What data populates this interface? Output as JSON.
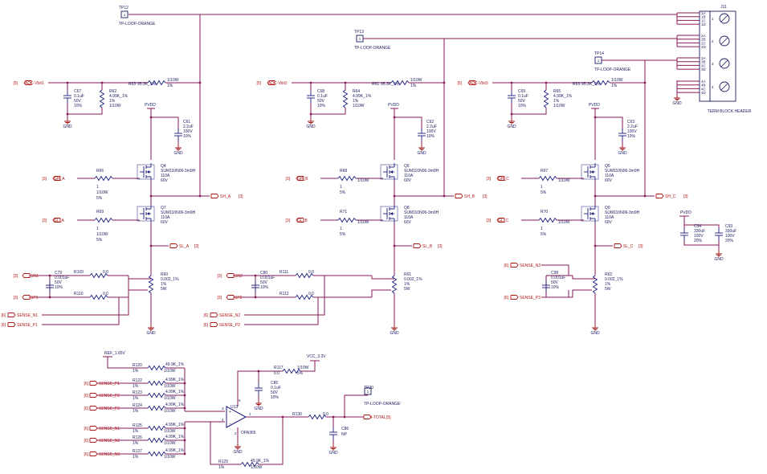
{
  "test_points": [
    {
      "ref": "TP12",
      "name": "TP-LOOP-ORANGE"
    },
    {
      "ref": "TP13",
      "name": "TP-LOOP-ORANGE"
    },
    {
      "ref": "TP14",
      "name": "TP-LOOP-ORANGE"
    },
    {
      "ref": "TP20",
      "name": "TP-LOOP-ORANGE"
    }
  ],
  "connector": {
    "ref": "J11",
    "name": "TERM BLOCK HEADER",
    "pins": [
      [
        "1A",
        "1B",
        "1C",
        "1D"
      ],
      [
        "2A",
        "2B",
        "2C",
        "2D"
      ],
      [
        "3A",
        "3B",
        "3C",
        "3D"
      ],
      [
        "4A",
        "4B",
        "4C",
        "4D"
      ]
    ],
    "numbers": [
      "1",
      "2",
      "3",
      "4"
    ]
  },
  "phases": [
    {
      "adc": "ADC-Vbit1",
      "adc_page": "[5]",
      "cap": {
        "ref": "C67",
        "v1": "0.1uF",
        "v2": "50V",
        "v3": "10%"
      },
      "r_div": {
        "ref": "R62",
        "v1": "4.99K_1%",
        "v2": "1%",
        "v3": "1/10W"
      },
      "r_top": {
        "ref": "R63",
        "v1": "95.3K_1%",
        "v2": "1%",
        "v3": "1/10W"
      },
      "pvdd": "PVDD",
      "cbulk": {
        "ref": "C61",
        "v1": "2.2uF",
        "v2": "100V",
        "v3": "10%"
      },
      "qh": {
        "ref": "Q4",
        "v1": "SUM110N06-3m9H",
        "v2": "110A",
        "v3": "60V"
      },
      "ql": {
        "ref": "Q7",
        "v1": "SUM110N06-3m9H",
        "v2": "110A",
        "v3": "60V"
      },
      "rh": {
        "ref": "R66",
        "v1": "",
        "v2": "1",
        "v3": "1/10W",
        "v4": "5%"
      },
      "rl": {
        "ref": "R69",
        "v1": "",
        "v2": "1",
        "v3": "1/10W",
        "v4": "5%"
      },
      "gh": "GH_A",
      "gh_page": "[3]",
      "gl": "GL_A",
      "gl_page": "[3]",
      "sh": "SH_A",
      "sh_page": "[3]",
      "sl": "SL_A",
      "sl_page": "[3]",
      "rs": {
        "ref": "R60",
        "v1": "0.002_1%",
        "v2": "1%",
        "v3": "5W"
      },
      "rn": {
        "ref": "R109",
        "v1": "0.0"
      },
      "rp": {
        "ref": "R110",
        "v1": "0.0"
      },
      "cf": {
        "ref": "C79",
        "v1": "0.001uF",
        "v2": "50V",
        "v3": "10%"
      },
      "sn": "SN1",
      "sn_page": "[3]",
      "sp": "SP1",
      "sp_page": "[3]",
      "sense_n": "SENSE_N1",
      "sense_n_page": "[6]",
      "sense_p": "SENSE_P1",
      "sense_p_page": "[6]"
    },
    {
      "adc": "ADC-Vbit2",
      "adc_page": "[5]",
      "cap": {
        "ref": "C68",
        "v1": "0.1uF",
        "v2": "50V",
        "v3": "10%"
      },
      "r_div": {
        "ref": "R64",
        "v1": "4.99K_1%",
        "v2": "1%",
        "v3": "1/10W"
      },
      "r_top": {
        "ref": "R61",
        "v1": "95.3K_1%",
        "v2": "1%",
        "v3": "1/10W"
      },
      "pvdd": "PVDD",
      "cbulk": {
        "ref": "C62",
        "v1": "2.2uF",
        "v2": "100V",
        "v3": "10%"
      },
      "qh": {
        "ref": "Q6",
        "v1": "SUM110N06-3m9H",
        "v2": "110A",
        "v3": "60V"
      },
      "ql": {
        "ref": "Q8",
        "v1": "SUM110N06-3m9H",
        "v2": "110A",
        "v3": "60V"
      },
      "rh": {
        "ref": "R68",
        "v1": "1/10W",
        "v2": "1",
        "v3": "5%",
        "v4": ""
      },
      "rl": {
        "ref": "R71",
        "v1": "1/10W",
        "v2": "1",
        "v3": "5%",
        "v4": ""
      },
      "gh": "GH_B",
      "gh_page": "[3]",
      "gl": "GL_B",
      "gl_page": "[3]",
      "sh": "SH_B",
      "sh_page": "[3]",
      "sl": "SL_B",
      "sl_page": "[3]",
      "rs": {
        "ref": "R61",
        "v1": "0.002_1%",
        "v2": "1%",
        "v3": "5W"
      },
      "rn": {
        "ref": "R111",
        "v1": "0.0"
      },
      "rp": {
        "ref": "R112",
        "v1": "0.0"
      },
      "cf": {
        "ref": "C80",
        "v1": "0.001uF",
        "v2": "50V",
        "v3": "10%"
      },
      "sn": "SN2",
      "sn_page": "[3]",
      "sp": "SP2",
      "sp_page": "[3]",
      "sense_n": "SENSE_N2",
      "sense_n_page": "[6]",
      "sense_p": "SENSE_P2",
      "sense_p_page": "[6]"
    },
    {
      "adc": "ADC-Vbit3",
      "adc_page": "[5]",
      "cap": {
        "ref": "C69",
        "v1": "0.1uF",
        "v2": "50V",
        "v3": "10%"
      },
      "r_div": {
        "ref": "R65",
        "v1": "4.99K_1%",
        "v2": "1%",
        "v3": "1/10W"
      },
      "r_top": {
        "ref": "R63",
        "v1": "95.3K_1%",
        "v2": "1%",
        "v3": "1/10W"
      },
      "pvdd": "PVDD",
      "cbulk": {
        "ref": "C63",
        "v1": "2.2uF",
        "v2": "100V",
        "v3": "10%"
      },
      "qh": {
        "ref": "Q5",
        "v1": "SUM110N06-3m9H",
        "v2": "110A",
        "v3": "60V"
      },
      "ql": {
        "ref": "Q9",
        "v1": "SUM110N06-3m9H",
        "v2": "110A",
        "v3": "60V"
      },
      "rh": {
        "ref": "R67",
        "v1": "1/10W",
        "v2": "1",
        "v3": "5%",
        "v4": ""
      },
      "rl": {
        "ref": "R70",
        "v1": "1/10W",
        "v2": "1",
        "v3": "5%",
        "v4": ""
      },
      "gh": "GH_C",
      "gh_page": "[3]",
      "gl": "GL_C",
      "gl_page": "[3]",
      "sh": "SH_C",
      "sh_page": "[3]",
      "sl": "SL_C",
      "sl_page": "[3]",
      "rs": {
        "ref": "R62",
        "v1": "0.002_1%",
        "v2": "1%",
        "v3": "5W"
      },
      "rn": {
        "ref": "",
        "v1": ""
      },
      "rp": {
        "ref": "",
        "v1": ""
      },
      "cf": {
        "ref": "C98",
        "v1": "0.001uF",
        "v2": "50V",
        "v3": "10%"
      },
      "sn": "",
      "sn_page": "",
      "sp": "",
      "sp_page": "",
      "sense_n": "SENSE_N3",
      "sense_n_page": "[6]",
      "sense_p": "SENSE_P3",
      "sense_p_page": "[6]"
    }
  ],
  "bulk_caps": {
    "net": "PVDD",
    "c1": {
      "ref": "C94",
      "v1": "330uF",
      "v2": "100V",
      "v3": "20%"
    },
    "c2": {
      "ref": "C93",
      "v1": "330uF",
      "v2": "100V",
      "v3": "20%"
    }
  },
  "gnd": "GND",
  "amp": {
    "ref_net": "REF_1.65V",
    "vcc": "VCC_3.3V",
    "opamp": {
      "ref": "U13",
      "part": "OPA365",
      "pins": [
        "3",
        "4",
        "2",
        "5",
        "1"
      ]
    },
    "r_ref": {
      "ref": "R120",
      "v1": "49.9K_1%",
      "v2": "1%",
      "v3": "1/10W"
    },
    "inputs": [
      {
        "net": "SENSE_P1",
        "page": "[6]",
        "ref": "R122",
        "v1": "4.99K_1%",
        "v2": "1%",
        "v3": "1/10W"
      },
      {
        "net": "SENSE_P2",
        "page": "[6]",
        "ref": "R123",
        "v1": "4.99K_1%",
        "v2": "1%",
        "v3": "1/10W"
      },
      {
        "net": "SENSE_P3",
        "page": "[6]",
        "ref": "R124",
        "v1": "4.99K_1%",
        "v2": "1%",
        "v3": "1/10W"
      },
      {
        "net": "SENSE_N1",
        "page": "[6]",
        "ref": "R125",
        "v1": "4.99K_1%",
        "v2": "1%",
        "v3": "1/10W"
      },
      {
        "net": "SENSE_N2",
        "page": "[6]",
        "ref": "R126",
        "v1": "4.99K_1%",
        "v2": "1%",
        "v3": "1/10W"
      },
      {
        "net": "SENSE_N3",
        "page": "[6]",
        "ref": "R127",
        "v1": "4.99K_1%",
        "v2": "1%",
        "v3": "1/10W"
      }
    ],
    "r_fb": {
      "ref": "R129",
      "v1": "49.9K_1%",
      "v2": "1%",
      "v3": "1/10W"
    },
    "r_sup": {
      "ref": "R117",
      "v1": "0.0",
      "v2": "1/10W",
      "v3": "5%"
    },
    "c_sup": {
      "ref": "C85",
      "v1": "0.1uF",
      "v2": "50V",
      "v3": "10%"
    },
    "r_out": {
      "ref": "R130",
      "v1": "0.0"
    },
    "c_out": {
      "ref": "C86",
      "v1": "NP"
    },
    "out_net": "I-TOTAL",
    "out_page": "[5]"
  }
}
